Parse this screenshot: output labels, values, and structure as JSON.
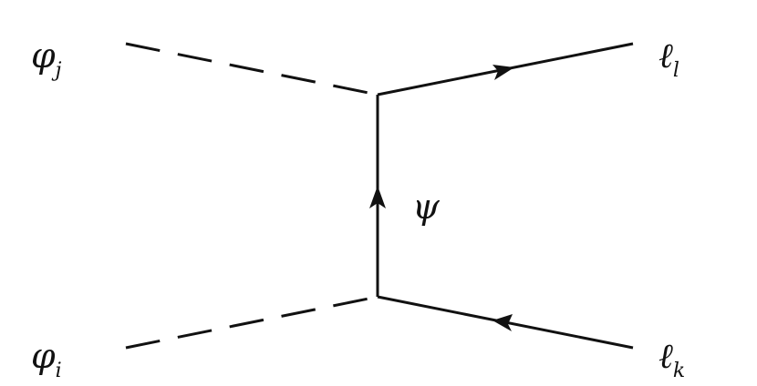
{
  "diagram": {
    "labels": {
      "phi_j": {
        "base": "φ",
        "sub": "j"
      },
      "phi_i": {
        "base": "φ",
        "sub": "i"
      },
      "ell_l": {
        "base": "ℓ",
        "sub": "l"
      },
      "ell_k": {
        "base": "ℓ",
        "sub": "k"
      },
      "psi": {
        "base": "ψ"
      }
    },
    "colors": {
      "line": "#111111",
      "background": "#ffffff"
    }
  }
}
